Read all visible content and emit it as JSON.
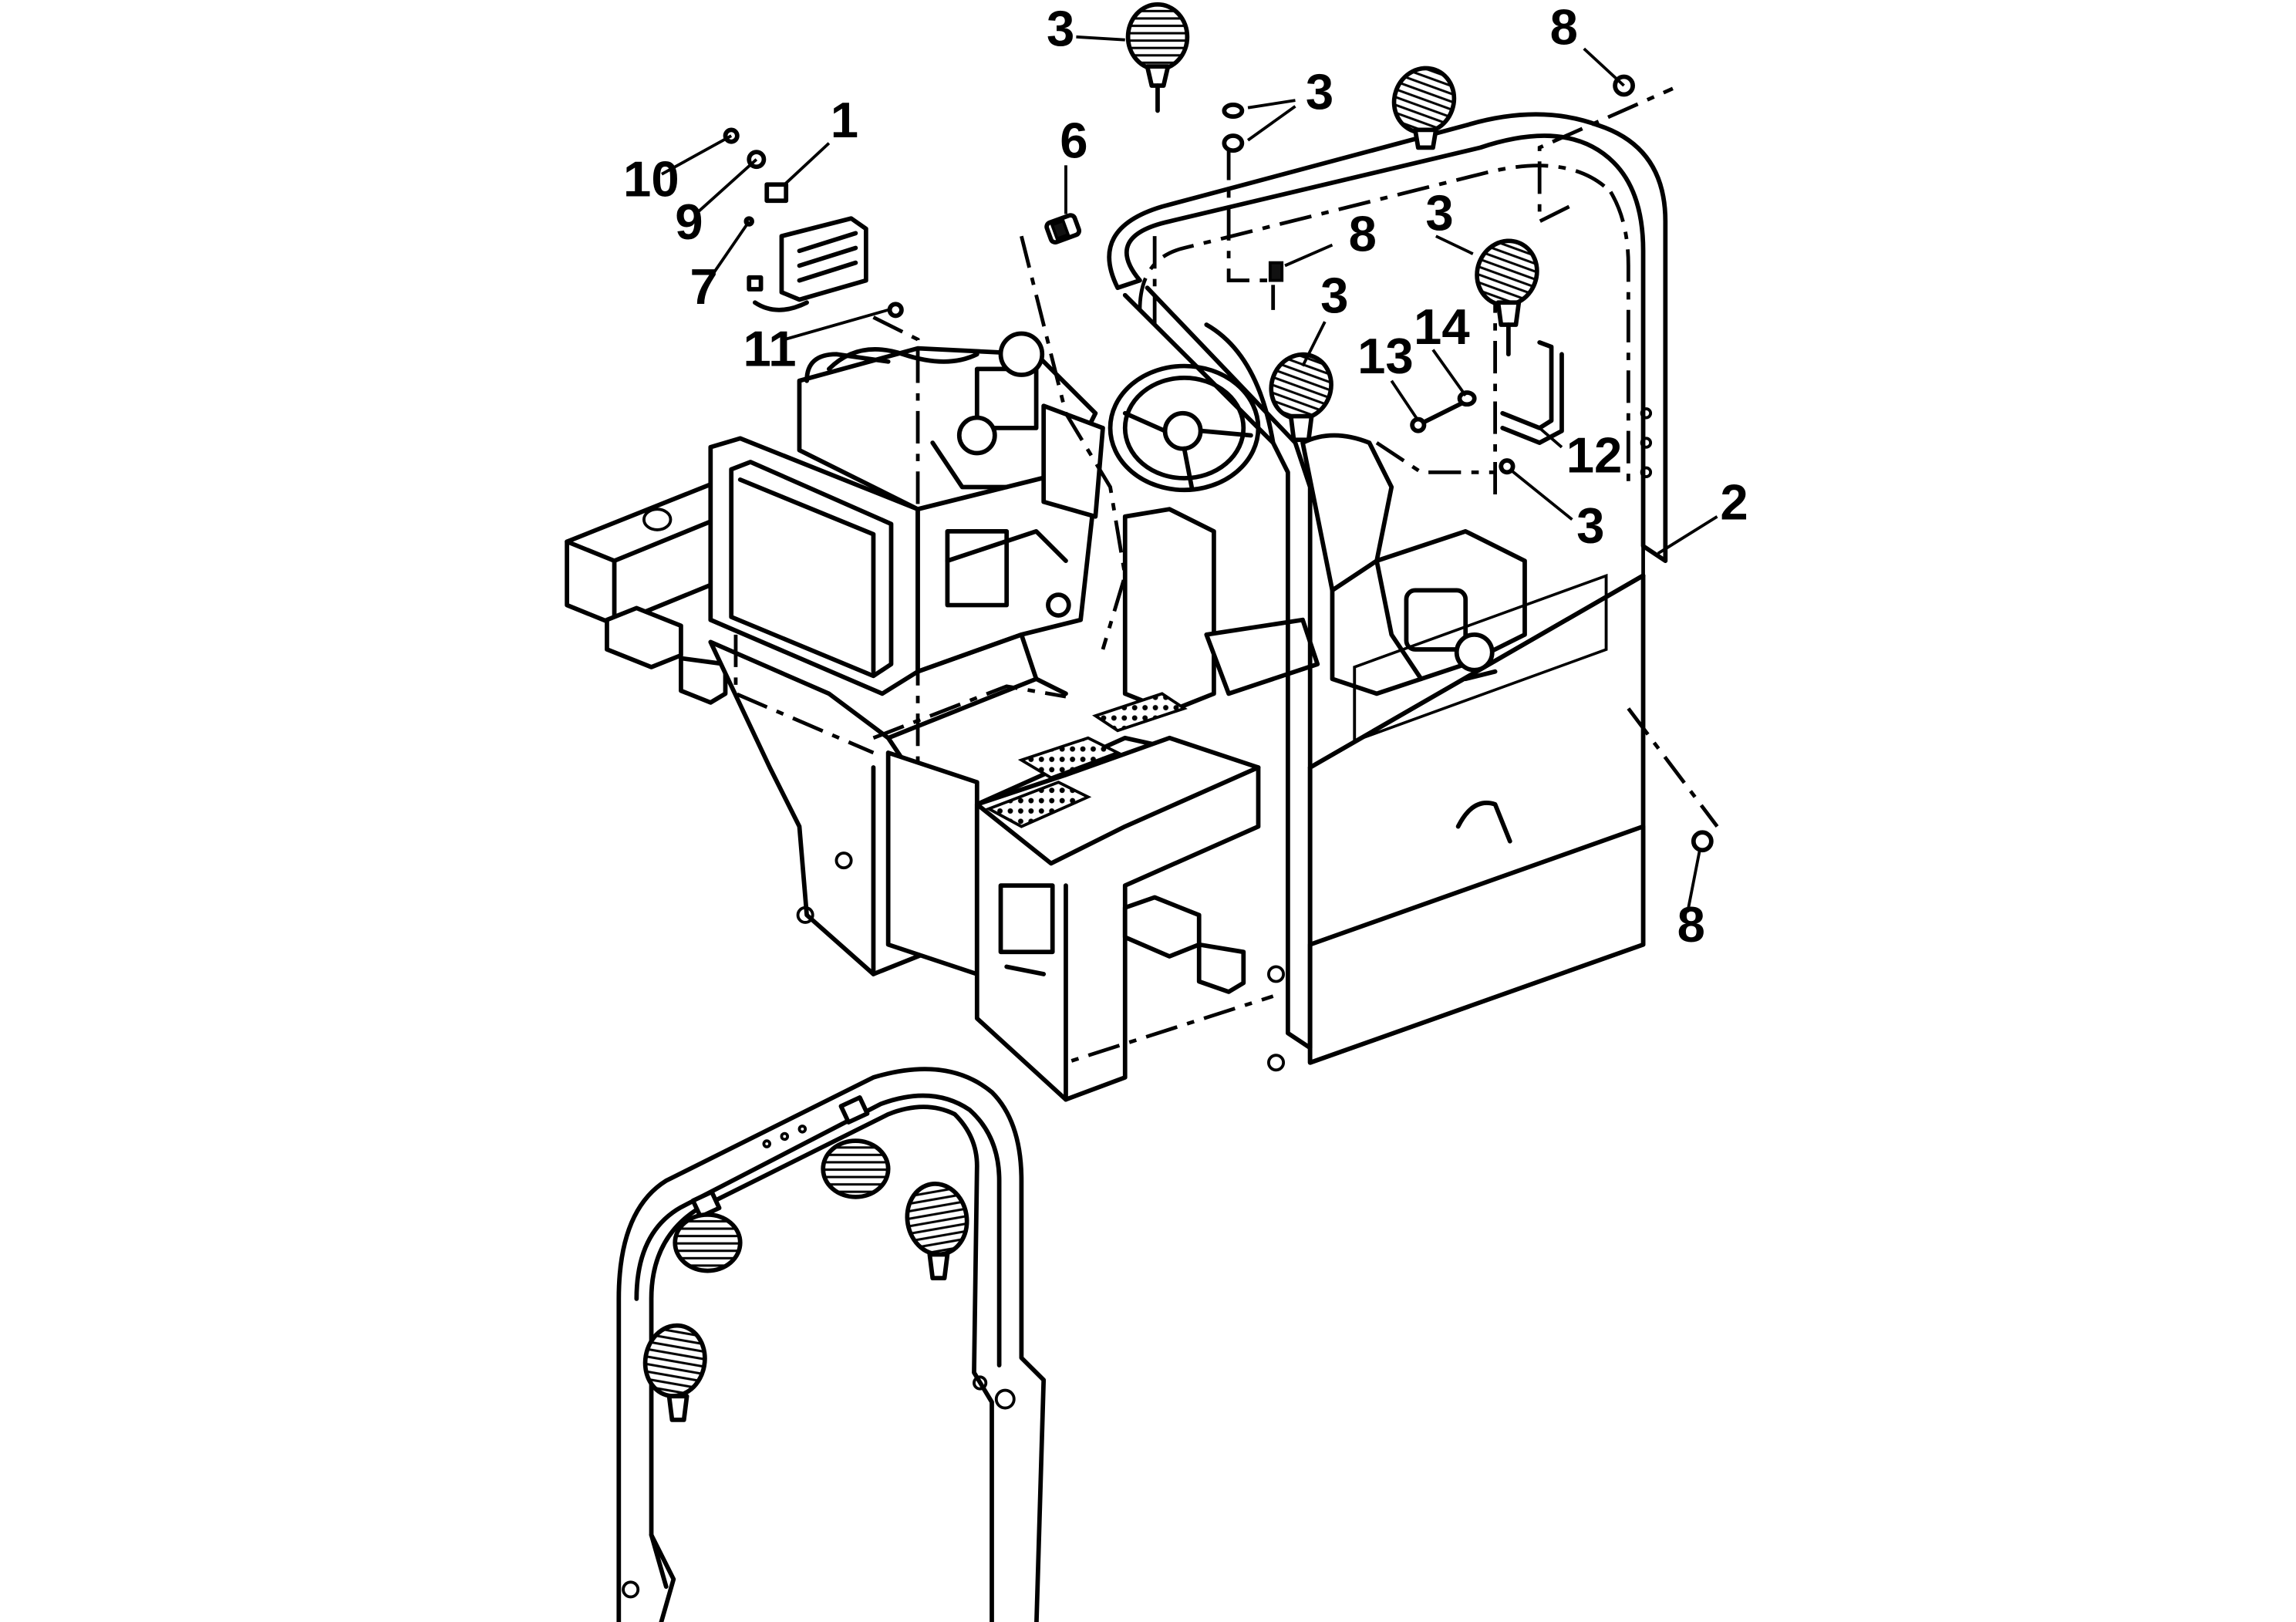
{
  "colors": {
    "line": "#000000",
    "background": "#ffffff"
  },
  "callouts": {
    "c1": "1",
    "c2": "2",
    "c3a": "3",
    "c3b": "3",
    "c3c": "3",
    "c3d": "3",
    "c3e": "3",
    "c6": "6",
    "c7": "7",
    "c8a": "8",
    "c8b": "8",
    "c8c": "8",
    "c9": "9",
    "c10": "10",
    "c11": "11",
    "c12": "12",
    "c13": "13",
    "c14": "14"
  }
}
